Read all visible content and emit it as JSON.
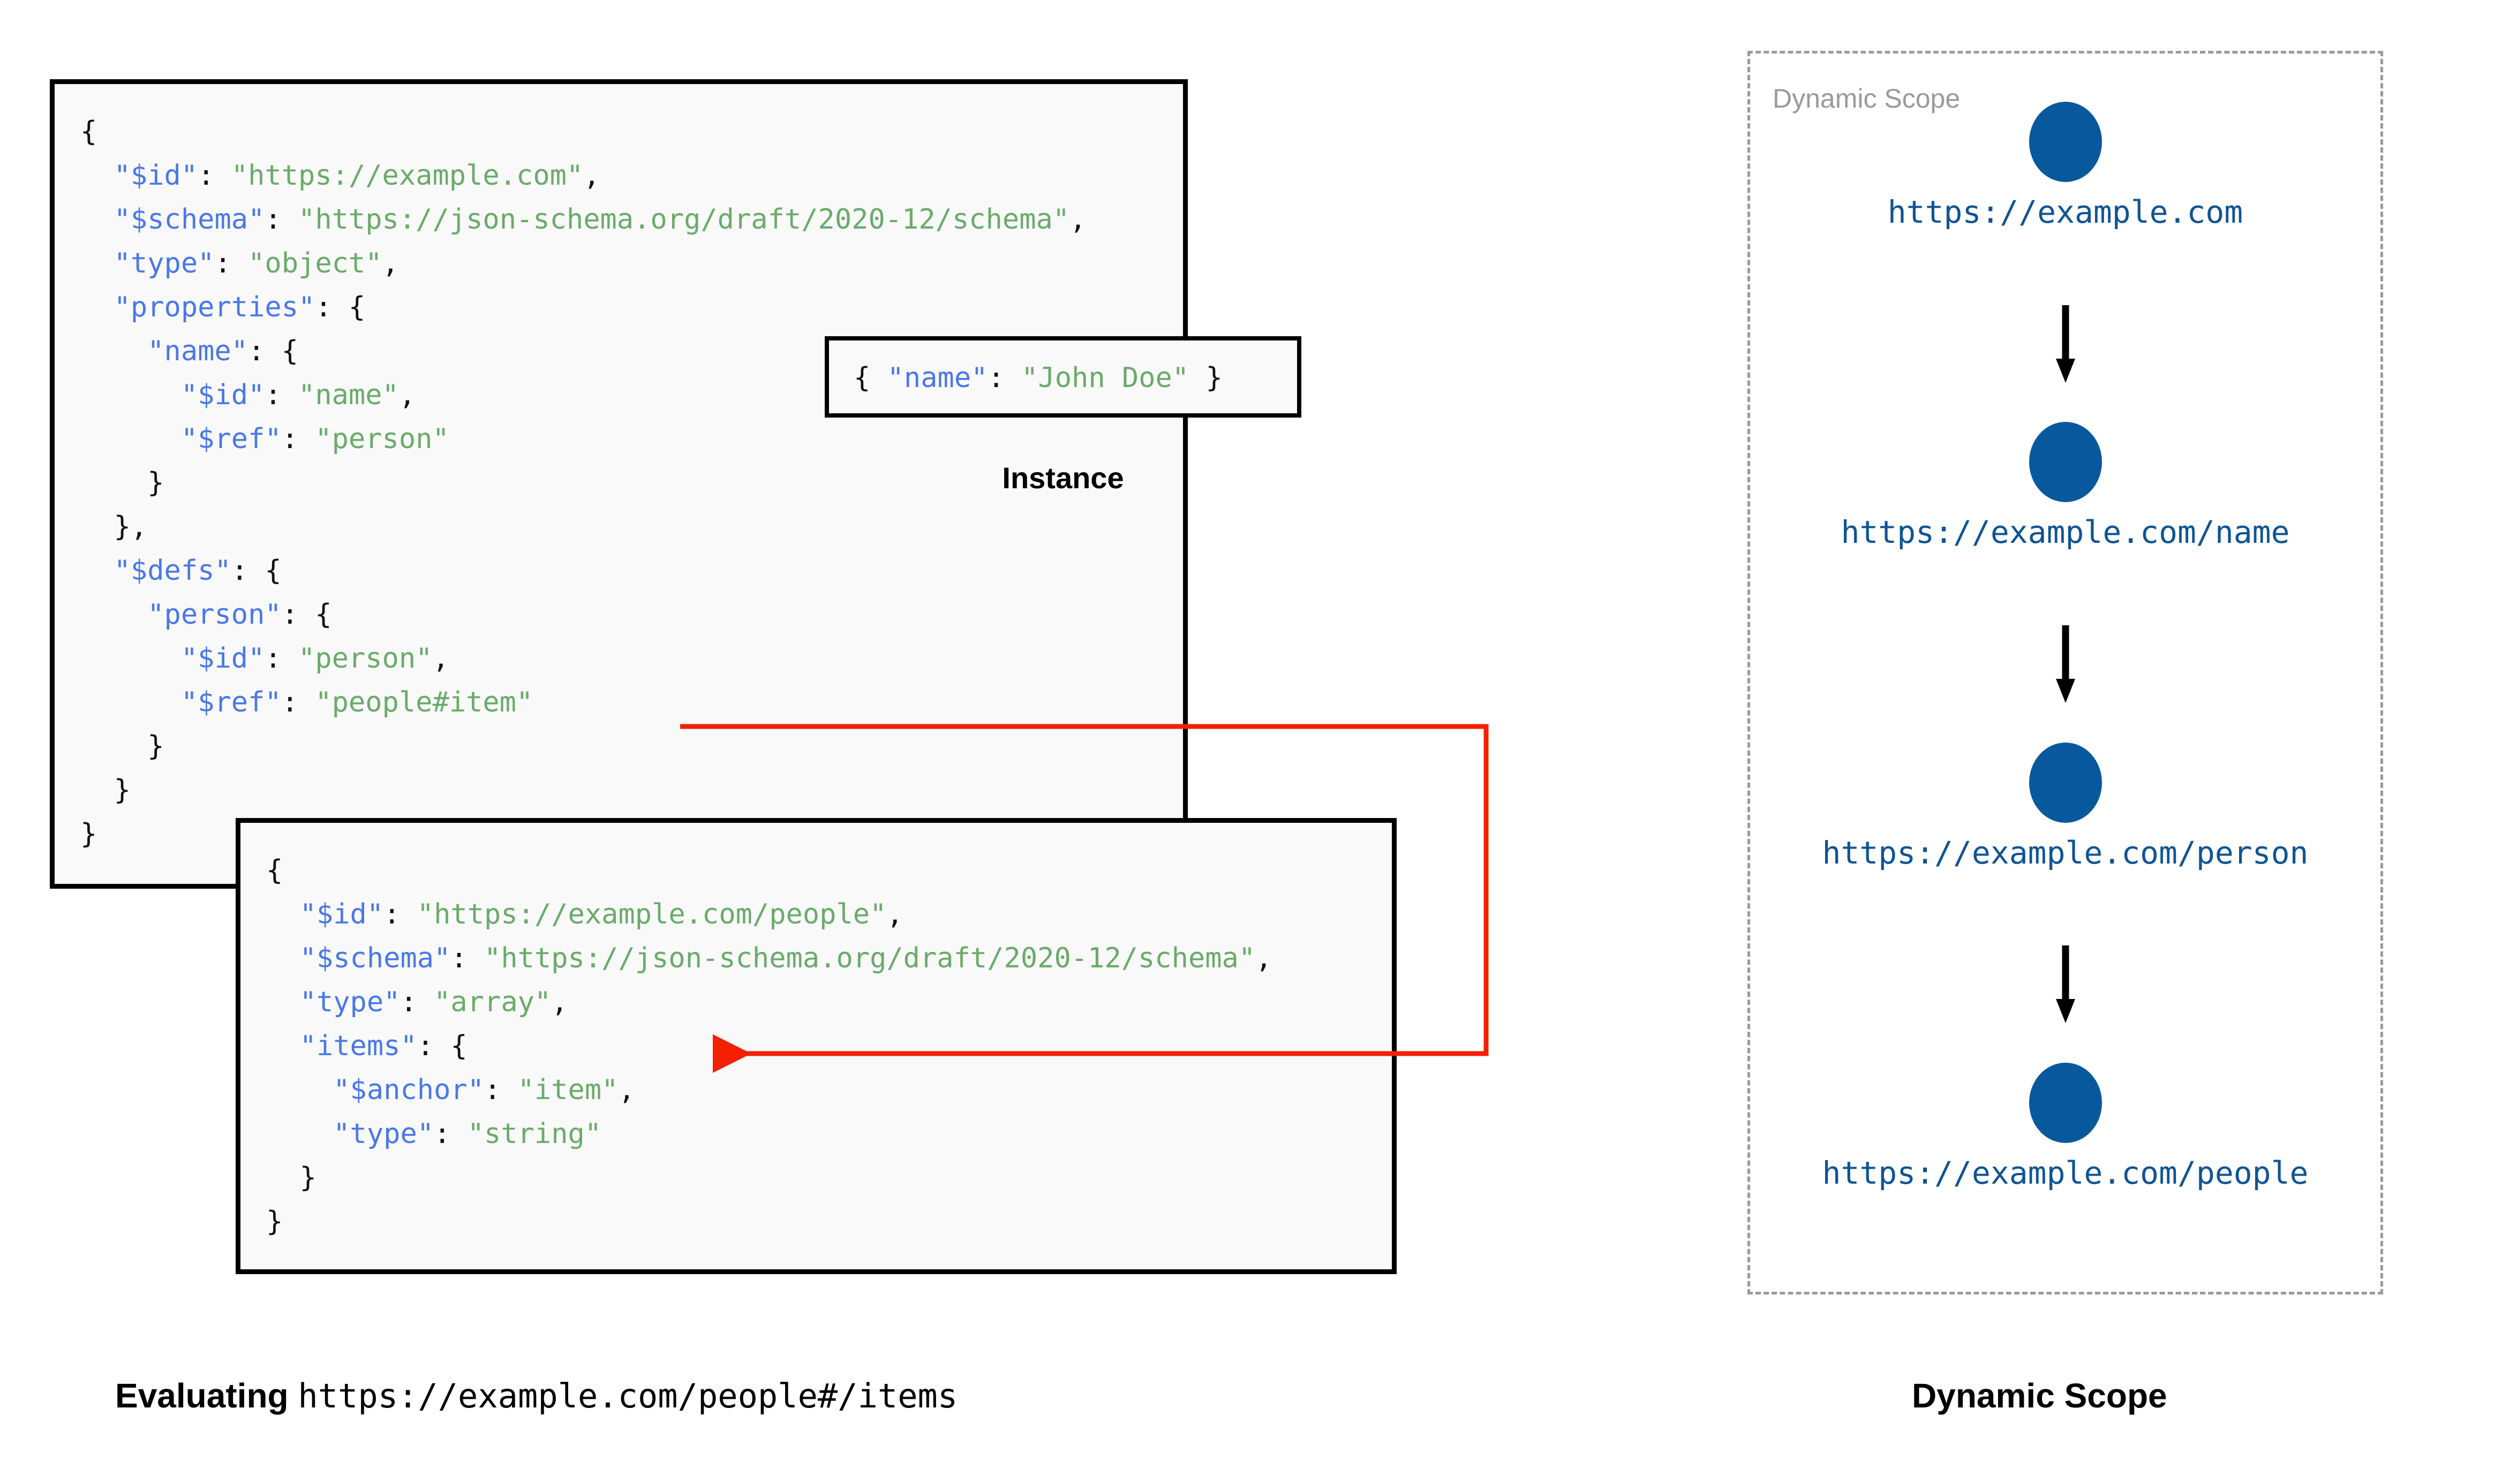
{
  "root_schema": {
    "lines": [
      [
        {
          "t": "{",
          "c": "p"
        }
      ],
      [
        {
          "t": "  ",
          "c": "p"
        },
        {
          "t": "\"$id\"",
          "c": "k"
        },
        {
          "t": ": ",
          "c": "p"
        },
        {
          "t": "\"https://example.com\"",
          "c": "s"
        },
        {
          "t": ",",
          "c": "p"
        }
      ],
      [
        {
          "t": "  ",
          "c": "p"
        },
        {
          "t": "\"$schema\"",
          "c": "k"
        },
        {
          "t": ": ",
          "c": "p"
        },
        {
          "t": "\"https://json-schema.org/draft/2020-12/schema\"",
          "c": "s"
        },
        {
          "t": ",",
          "c": "p"
        }
      ],
      [
        {
          "t": "  ",
          "c": "p"
        },
        {
          "t": "\"type\"",
          "c": "k"
        },
        {
          "t": ": ",
          "c": "p"
        },
        {
          "t": "\"object\"",
          "c": "s"
        },
        {
          "t": ",",
          "c": "p"
        }
      ],
      [
        {
          "t": "  ",
          "c": "p"
        },
        {
          "t": "\"properties\"",
          "c": "k"
        },
        {
          "t": ": {",
          "c": "p"
        }
      ],
      [
        {
          "t": "    ",
          "c": "p"
        },
        {
          "t": "\"name\"",
          "c": "k"
        },
        {
          "t": ": {",
          "c": "p"
        }
      ],
      [
        {
          "t": "      ",
          "c": "p"
        },
        {
          "t": "\"$id\"",
          "c": "k"
        },
        {
          "t": ": ",
          "c": "p"
        },
        {
          "t": "\"name\"",
          "c": "s"
        },
        {
          "t": ",",
          "c": "p"
        }
      ],
      [
        {
          "t": "      ",
          "c": "p"
        },
        {
          "t": "\"$ref\"",
          "c": "k"
        },
        {
          "t": ": ",
          "c": "p"
        },
        {
          "t": "\"person\"",
          "c": "s"
        }
      ],
      [
        {
          "t": "    }",
          "c": "p"
        }
      ],
      [
        {
          "t": "  },",
          "c": "p"
        }
      ],
      [
        {
          "t": "  ",
          "c": "p"
        },
        {
          "t": "\"$defs\"",
          "c": "k"
        },
        {
          "t": ": {",
          "c": "p"
        }
      ],
      [
        {
          "t": "    ",
          "c": "p"
        },
        {
          "t": "\"person\"",
          "c": "k"
        },
        {
          "t": ": {",
          "c": "p"
        }
      ],
      [
        {
          "t": "      ",
          "c": "p"
        },
        {
          "t": "\"$id\"",
          "c": "k"
        },
        {
          "t": ": ",
          "c": "p"
        },
        {
          "t": "\"person\"",
          "c": "s"
        },
        {
          "t": ",",
          "c": "p"
        }
      ],
      [
        {
          "t": "      ",
          "c": "p"
        },
        {
          "t": "\"$ref\"",
          "c": "k"
        },
        {
          "t": ": ",
          "c": "p"
        },
        {
          "t": "\"people#item\"",
          "c": "s"
        }
      ],
      [
        {
          "t": "    }",
          "c": "p"
        }
      ],
      [
        {
          "t": "  }",
          "c": "p"
        }
      ],
      [
        {
          "t": "}",
          "c": "p"
        }
      ]
    ]
  },
  "people_schema": {
    "lines": [
      [
        {
          "t": "{",
          "c": "p"
        }
      ],
      [
        {
          "t": "  ",
          "c": "p"
        },
        {
          "t": "\"$id\"",
          "c": "k"
        },
        {
          "t": ": ",
          "c": "p"
        },
        {
          "t": "\"https://example.com/people\"",
          "c": "s"
        },
        {
          "t": ",",
          "c": "p"
        }
      ],
      [
        {
          "t": "  ",
          "c": "p"
        },
        {
          "t": "\"$schema\"",
          "c": "k"
        },
        {
          "t": ": ",
          "c": "p"
        },
        {
          "t": "\"https://json-schema.org/draft/2020-12/schema\"",
          "c": "s"
        },
        {
          "t": ",",
          "c": "p"
        }
      ],
      [
        {
          "t": "  ",
          "c": "p"
        },
        {
          "t": "\"type\"",
          "c": "k"
        },
        {
          "t": ": ",
          "c": "p"
        },
        {
          "t": "\"array\"",
          "c": "s"
        },
        {
          "t": ",",
          "c": "p"
        }
      ],
      [
        {
          "t": "  ",
          "c": "p"
        },
        {
          "t": "\"items\"",
          "c": "k"
        },
        {
          "t": ": {",
          "c": "p"
        }
      ],
      [
        {
          "t": "    ",
          "c": "p"
        },
        {
          "t": "\"$anchor\"",
          "c": "k"
        },
        {
          "t": ": ",
          "c": "p"
        },
        {
          "t": "\"item\"",
          "c": "s"
        },
        {
          "t": ",",
          "c": "p"
        }
      ],
      [
        {
          "t": "    ",
          "c": "p"
        },
        {
          "t": "\"type\"",
          "c": "k"
        },
        {
          "t": ": ",
          "c": "p"
        },
        {
          "t": "\"string\"",
          "c": "s"
        }
      ],
      [
        {
          "t": "  }",
          "c": "p"
        }
      ],
      [
        {
          "t": "}",
          "c": "p"
        }
      ]
    ]
  },
  "instance": {
    "lines": [
      [
        {
          "t": "{ ",
          "c": "p"
        },
        {
          "t": "\"name\"",
          "c": "k"
        },
        {
          "t": ": ",
          "c": "p"
        },
        {
          "t": "\"John Doe\"",
          "c": "s"
        },
        {
          "t": " }",
          "c": "p"
        }
      ]
    ],
    "label": "Instance"
  },
  "captions": {
    "left_bold": "Evaluating",
    "left_mono": "https://example.com/people#/items",
    "right": "Dynamic Scope"
  },
  "dynamic_scope": {
    "title": "Dynamic Scope",
    "nodes": [
      {
        "label": "https://example.com"
      },
      {
        "label": "https://example.com/name"
      },
      {
        "label": "https://example.com/person"
      },
      {
        "label": "https://example.com/people"
      }
    ],
    "node_color": "#08589e",
    "label_color": "#0f5494",
    "border_color": "#9a9a9a"
  },
  "reference_arrow": {
    "color": "#f42000",
    "from": "\"$ref\": \"people#item\"",
    "to": "\"$anchor\": \"item\""
  },
  "colors": {
    "key": "#4a78e8",
    "string": "#6aab6a",
    "punctuation": "#111111",
    "box_background": "#f9f9f9",
    "box_border": "#000000"
  }
}
